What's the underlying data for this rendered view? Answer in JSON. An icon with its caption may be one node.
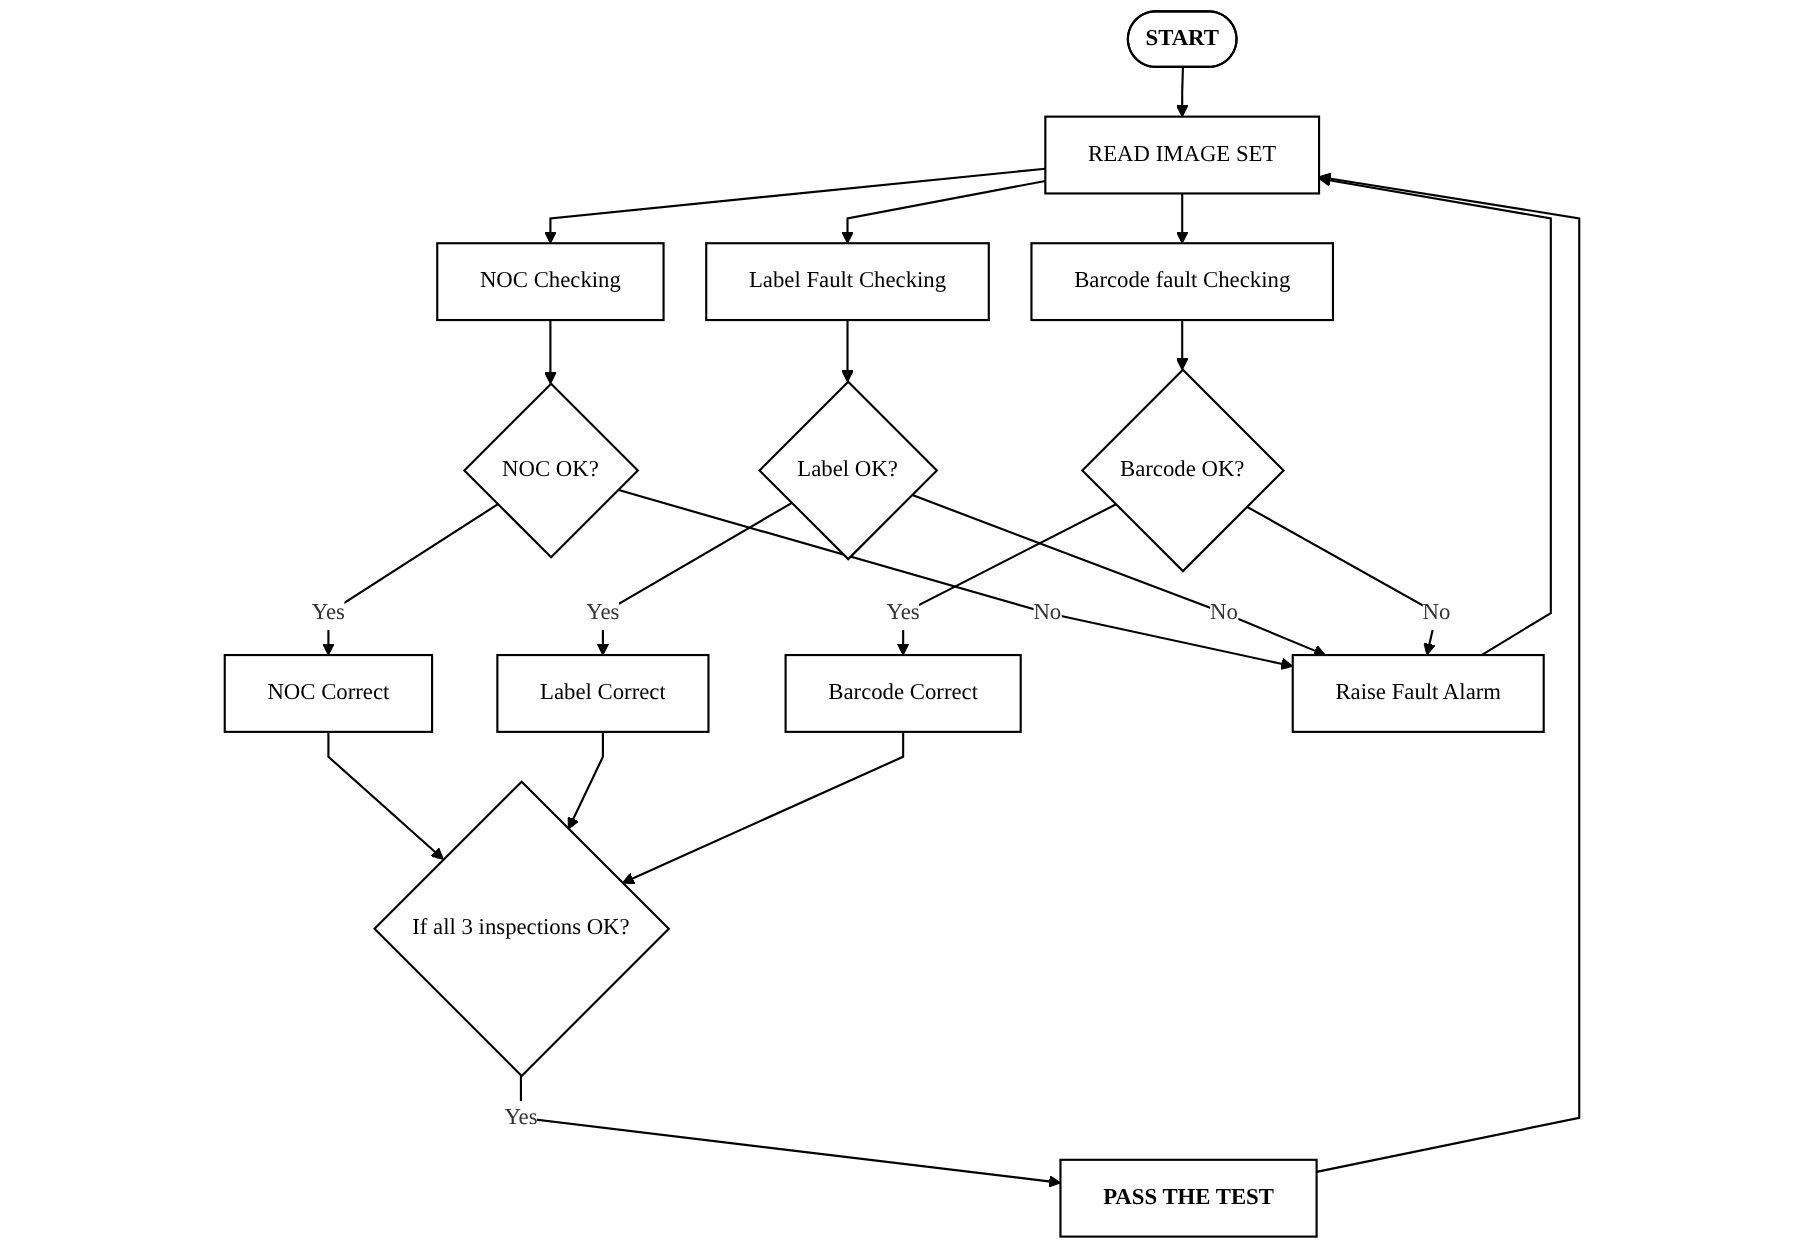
{
  "diagram": {
    "nodes": [
      {
        "text": [
          "START"
        ]
      },
      {
        "text": [
          "READ IMAGE SET"
        ]
      },
      {
        "text": [
          "NOC Checking"
        ]
      },
      {
        "text": [
          "Label Fault Checking"
        ]
      },
      {
        "text": [
          "Barcode fault Checking"
        ]
      },
      {
        "text": [
          "NOC OK?"
        ]
      },
      {
        "text": [
          "Label OK?"
        ]
      },
      {
        "text": [
          "Barcode OK?"
        ]
      },
      {
        "text": [
          "NOC Correct"
        ]
      },
      {
        "text": [
          "Label Correct"
        ]
      },
      {
        "text": [
          "Barcode Correct"
        ]
      },
      {
        "text": [
          "Raise Fault Alarm"
        ]
      },
      {
        "text": [
          "If all 3 inspections OK?"
        ]
      },
      {
        "text": [
          "PASS THE TEST"
        ]
      }
    ],
    "edges": [
      {
        "from": 0,
        "to": 1,
        "arrow": "to"
      },
      {
        "from": 1,
        "to": 2,
        "arrow": "to"
      },
      {
        "from": 1,
        "to": 3,
        "arrow": "to"
      },
      {
        "from": 1,
        "to": 4,
        "arrow": "to"
      },
      {
        "from": 2,
        "to": 5,
        "arrow": "to"
      },
      {
        "from": 3,
        "to": 6,
        "arrow": "to"
      },
      {
        "from": 4,
        "to": 7,
        "arrow": "to"
      },
      {
        "from": 5,
        "to": 8,
        "label": "Yes",
        "arrow": "to"
      },
      {
        "from": 6,
        "to": 9,
        "label": "Yes",
        "arrow": "to"
      },
      {
        "from": 7,
        "to": 10,
        "label": "Yes",
        "arrow": "to"
      },
      {
        "from": 5,
        "to": 11,
        "label": "No",
        "arrow": "to"
      },
      {
        "from": 6,
        "to": 11,
        "label": "No",
        "arrow": "to"
      },
      {
        "from": 7,
        "to": 11,
        "label": "No",
        "arrow": "to"
      },
      {
        "from": 11,
        "to": 1,
        "arrow": "to"
      },
      {
        "from": 8,
        "to": 12,
        "arrow": "to"
      },
      {
        "from": 9,
        "to": 12,
        "arrow": "to"
      },
      {
        "from": 10,
        "to": 12,
        "arrow": "to"
      },
      {
        "from": 12,
        "to": 13,
        "label": "Yes",
        "arrow": "to"
      },
      {
        "from": 13,
        "to": 1,
        "arrow": "to"
      }
    ]
  }
}
